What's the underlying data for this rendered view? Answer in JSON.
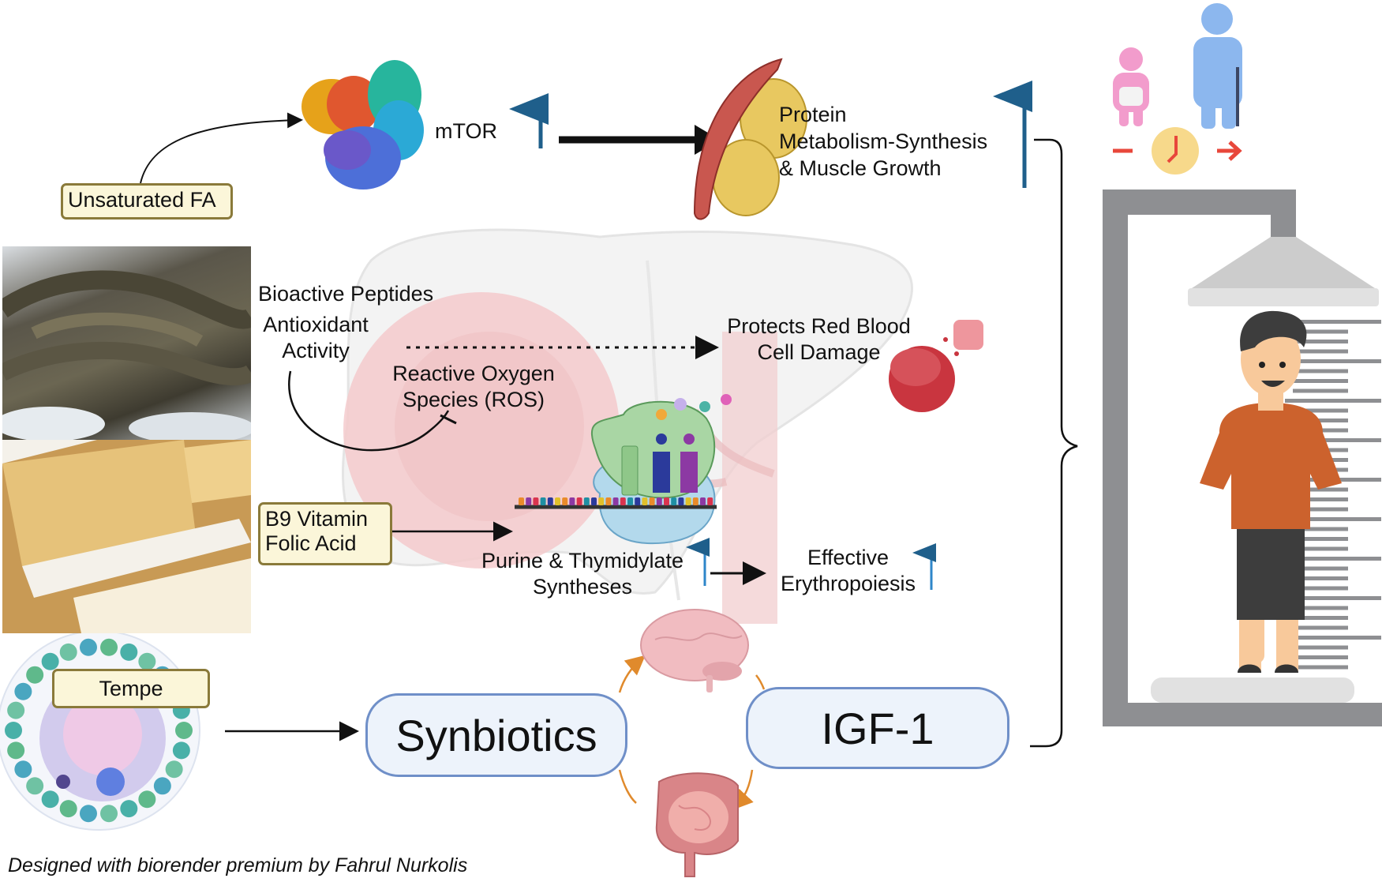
{
  "title": "Eel and tempe nutritional mechanisms for growth",
  "labels": {
    "unsaturated_fa": "Unsaturated FA",
    "mtor": "mTOR",
    "protein_line1": "Protein",
    "protein_line2": "Metabolism-Synthesis",
    "protein_line3": "& Muscle Growth",
    "bioactive_peptides": "Bioactive Peptides",
    "antioxidant_line1": "Antioxidant",
    "antioxidant_line2": "Activity",
    "ros_line1": "Reactive Oxygen",
    "ros_line2": "Species (ROS)",
    "protects_line1": "Protects Red Blood",
    "protects_line2": "Cell Damage",
    "b9_line1": "B9 Vitamin",
    "b9_line2": "Folic Acid",
    "purine_line1": "Purine & Thymidylate",
    "purine_line2": "Syntheses",
    "erythro_line1": "Effective",
    "erythro_line2": "Erythropoiesis",
    "tempe": "Tempe",
    "synbiotics": "Synbiotics",
    "igf1": "IGF-1"
  },
  "credit": "Designed with biorender premium by Fahrul Nurkolis",
  "icons": {
    "protein_structure": "mtor-protein-icon",
    "muscle": "muscle-icon",
    "liver": "liver-icon",
    "red_blood_cell": "red-blood-cell-icon",
    "ribosome": "ribosome-icon",
    "brain": "brain-icon",
    "intestine": "intestine-icon",
    "gut_cells": "gut-cells-icon",
    "child": "child-icon",
    "elder": "elder-icon",
    "clock": "clock-icon",
    "height_meter": "height-meter-icon",
    "boy": "boy-figure-icon",
    "eel_photo": "eel-photo",
    "tempe_photo": "tempe-photo"
  },
  "colors": {
    "up_arrow": "#1f5f8b",
    "up_arrow_light": "#2e86c9",
    "orange_arrow": "#e08a2c",
    "tag_fill": "#fbf6d9",
    "tag_border": "#8a7a3a",
    "pill_fill": "#edf3fb",
    "pill_border": "#6f8fc8"
  }
}
